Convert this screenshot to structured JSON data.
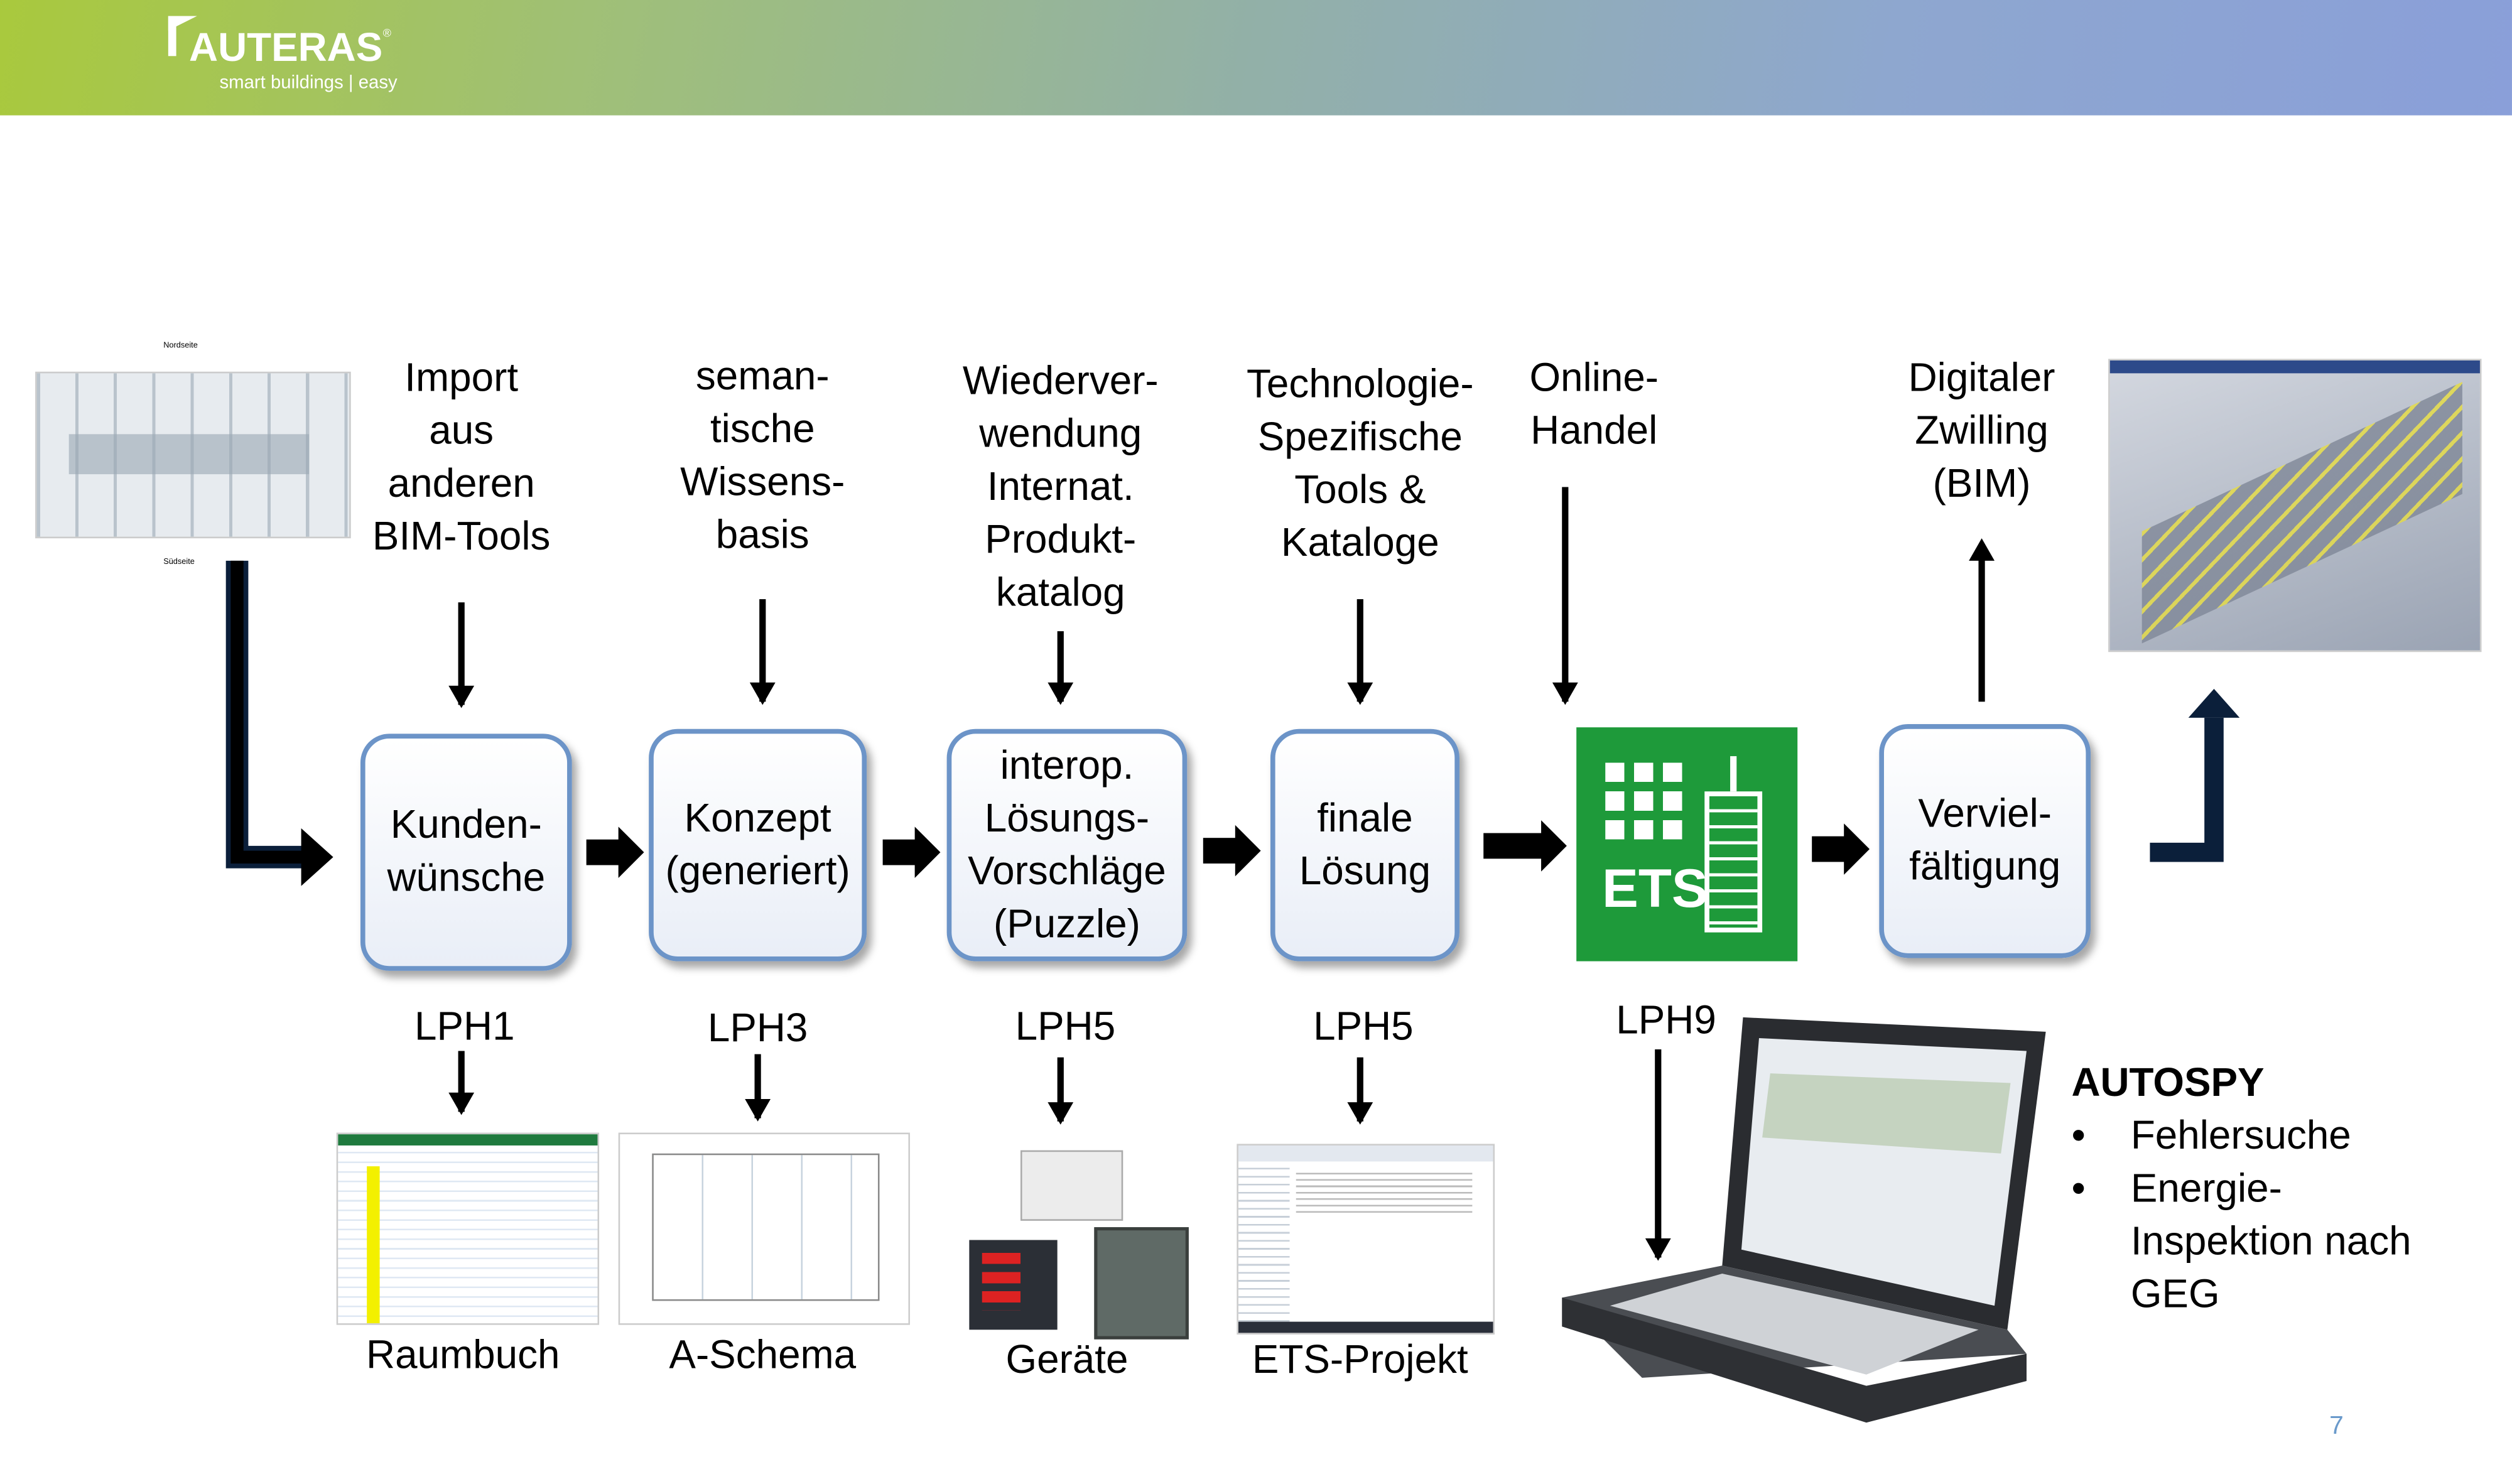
{
  "logo": {
    "name": "AUTERAS",
    "registered": "®",
    "tagline": "smart buildings | easy"
  },
  "colors": {
    "header_start": "#a9c93d",
    "header_end": "#8a9fd9",
    "box_border": "#6c94c8",
    "ets_green": "#1e9a3a",
    "page_number": "#6a9acb"
  },
  "top_labels": [
    "Import\naus\nanderen\nBIM-Tools",
    "seman-\ntische\nWissens-\nbasis",
    "Wiederver-\nwendung\nInternat.\nProdukt-\nkatalog",
    "Technologie-\nSpezifische\nTools &\nKataloge",
    "Online-\nHandel",
    "Digitaler\nZwilling\n(BIM)"
  ],
  "process_boxes": [
    "Kunden-\nwünsche",
    "Konzept\n(generiert)",
    "interop.\nLösungs-\nVorschläge\n(Puzzle)",
    "finale\nLösung",
    "Verviel-\nfältigung"
  ],
  "ets_logo": "ETS",
  "phases": [
    "LPH1",
    "LPH3",
    "LPH5",
    "LPH5",
    "LPH9"
  ],
  "outputs": [
    "Raumbuch",
    "A-Schema",
    "Geräte",
    "ETS-Projekt"
  ],
  "autospy": {
    "title": "AUTOSPY",
    "bullets": [
      "Fehlersuche",
      "Energie-\nInspektion nach\nGEG"
    ]
  },
  "floorplan": {
    "north": "Nordseite",
    "south": "Südseite"
  },
  "page_number": "7"
}
